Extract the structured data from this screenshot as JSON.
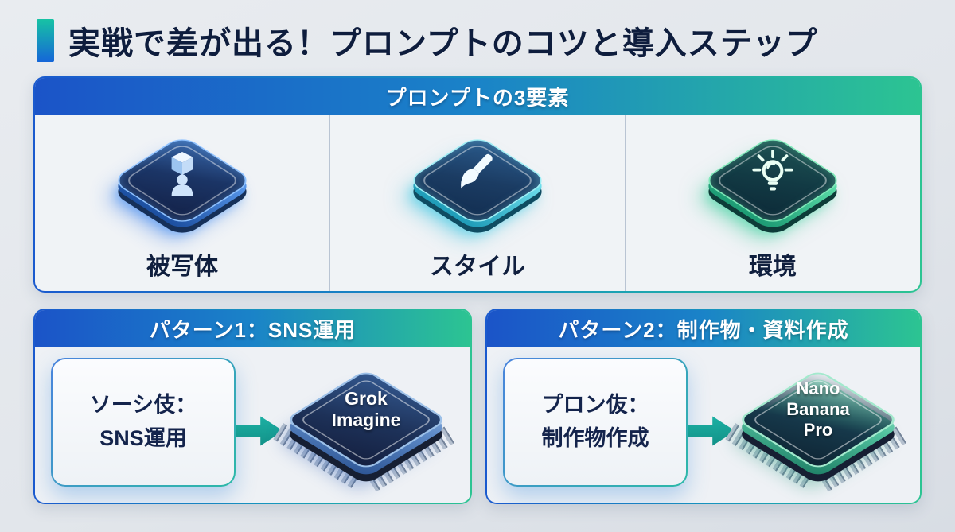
{
  "title": {
    "text": "実戦で差が出る！プロンプトのコツと導入ステップ"
  },
  "colors": {
    "accent_gradient_top": "#17c3a4",
    "accent_gradient_bottom": "#1566d8",
    "header_gradient_left": "#1b54c8",
    "header_gradient_right": "#2cc492",
    "arrow": "#17a89b",
    "title_text": "#0e1d3d"
  },
  "elements_panel": {
    "header": "プロンプトの3要素",
    "items": [
      {
        "label": "被写体",
        "icon": "person-cube-icon",
        "theme": "blue"
      },
      {
        "label": "スタイル",
        "icon": "paintbrush-icon",
        "theme": "cyan"
      },
      {
        "label": "環境",
        "icon": "lightbulb-icon",
        "theme": "green"
      }
    ]
  },
  "patterns": [
    {
      "header": "パターン1：SNS運用",
      "box_text": "ソーシ伎：\nSNS運用",
      "chip_label": "Grok\nImagine",
      "chip_theme": "blue"
    },
    {
      "header": "パターン2：制作物・資料作成",
      "box_text": "プロン伖：\n制作物作成",
      "chip_label": "Nano\nBanana\nPro",
      "chip_theme": "green"
    }
  ]
}
